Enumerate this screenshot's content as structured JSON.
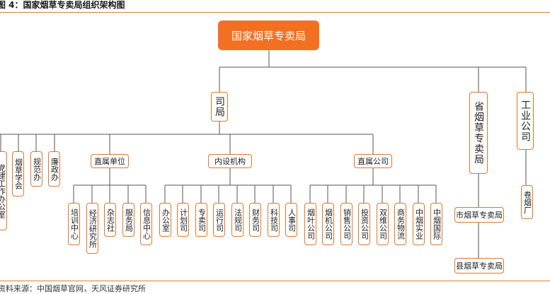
{
  "caption": "图 4：国家烟草专卖局组织架构图",
  "source": "资料来源：中国烟草官网，天风证券研究所",
  "colors": {
    "accent": "#f37021",
    "border": "#e2762a",
    "line": "#555555",
    "rule": "#d9822b"
  },
  "org": {
    "root": "国家烟草专卖局",
    "l2": {
      "si": "司局",
      "prov": "省烟草专卖局",
      "ind": "工业公司"
    },
    "l3": {
      "zhishu": "直属单位",
      "neishe": "内设机构",
      "zhishugs": "直属公司",
      "juan": "卷烟厂",
      "shi": "市烟草专卖局",
      "xian": "县烟草专卖局"
    },
    "left": [
      "党建工作办公室",
      "烟草学会",
      "规范办",
      "廉政办"
    ],
    "zhishu_children": [
      "培训中心",
      "经济研究所",
      "杂志社",
      "服务局",
      "信息中心"
    ],
    "neishe_children": [
      "办公室",
      "计划司",
      "专卖司",
      "运行司",
      "法规司",
      "财务司",
      "科技司",
      "人事司"
    ],
    "gs_children": [
      "烟叶公司",
      "烟机公司",
      "销售公司",
      "投资公司",
      "双维公司",
      "商务物流",
      "中烟实业",
      "中烟国际"
    ]
  }
}
